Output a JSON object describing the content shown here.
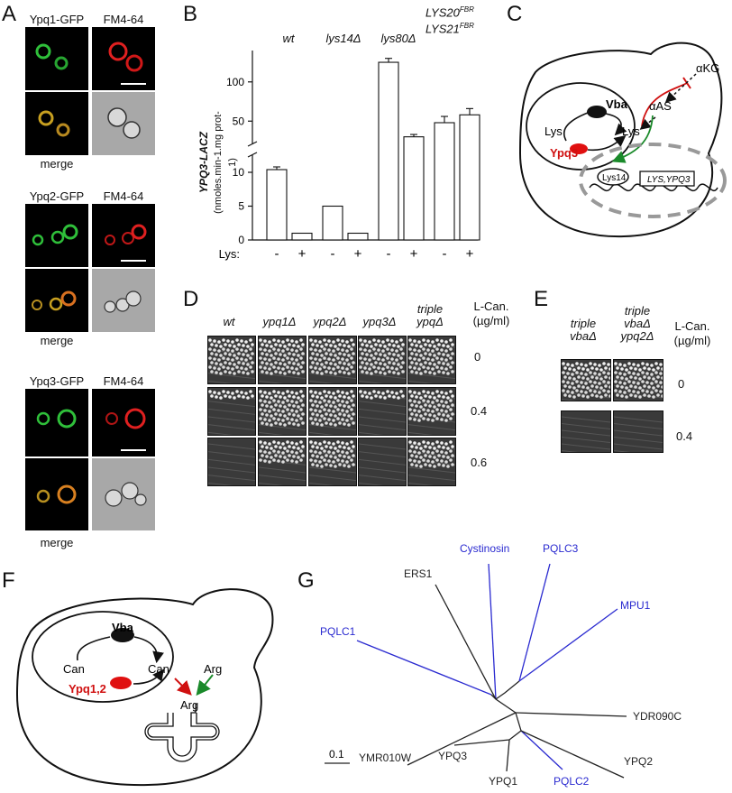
{
  "panel_letters": {
    "a": "A",
    "b": "B",
    "c": "C",
    "d": "D",
    "e": "E",
    "f": "F",
    "g": "G"
  },
  "panel_a": {
    "groups": [
      {
        "gfp_label": "Ypq1-GFP",
        "fm_label": "FM4-64",
        "merge_label": "merge"
      },
      {
        "gfp_label": "Ypq2-GFP",
        "fm_label": "FM4-64",
        "merge_label": "merge"
      },
      {
        "gfp_label": "Ypq3-GFP",
        "fm_label": "FM4-64",
        "merge_label": "merge"
      }
    ],
    "colors": {
      "green": "#2fbf3a",
      "red": "#e02020",
      "merge": "#c8a020"
    }
  },
  "panel_b": {
    "strains": [
      "wt",
      "lys14Δ",
      "lys80Δ",
      "LYS20FBR LYS21FBR"
    ],
    "strain_parts": [
      [
        "wt",
        ""
      ],
      [
        "lys14Δ",
        ""
      ],
      [
        "lys80Δ",
        ""
      ],
      [
        "LYS20",
        "FBR"
      ],
      [
        "LYS21",
        "FBR"
      ]
    ],
    "ylabel_main": "YPQ3-LACZ",
    "ylabel_unit": "(nmoles.min-1.mg prot-1)",
    "lys_label": "Lys:",
    "minus": "-",
    "plus": "+",
    "upper_ticks": [
      "100",
      "50"
    ],
    "lower_ticks": [
      "10",
      "5",
      "0"
    ]
  },
  "chart_data": {
    "type": "bar",
    "categories": [
      "wt -",
      "wt +",
      "lys14Δ -",
      "lys14Δ +",
      "lys80Δ -",
      "lys80Δ +",
      "LYS20FBR LYS21FBR -",
      "LYS20FBR LYS21FBR +"
    ],
    "values": [
      10.4,
      1.0,
      5.0,
      1.0,
      125,
      30,
      48,
      58
    ],
    "errors": [
      0.4,
      0.1,
      0.1,
      0.1,
      5,
      3,
      8,
      8
    ],
    "ylabel": "YPQ3-LACZ (nmoles.min-1.mg prot-1)",
    "xlabel": "Lys:",
    "axis_break": true,
    "lower_ylim": [
      0,
      12
    ],
    "upper_ylim": [
      25,
      140
    ],
    "grid": false
  },
  "panel_c": {
    "vba": "Vba",
    "lys_left": "Lys",
    "lys_right": "Lys",
    "ypq3": "Ypq3",
    "akg": "αKG",
    "aas": "αAS",
    "lys14": "Lys14",
    "gene": "LYS,YPQ3"
  },
  "panel_d": {
    "headers": [
      "wt",
      "ypq1Δ",
      "ypq2Δ",
      "ypq3Δ",
      "triple ypqΔ"
    ],
    "conc_label": "L-Can. (µg/ml)",
    "concs": [
      "0",
      "0.4",
      "0.6"
    ]
  },
  "panel_e": {
    "headers": [
      "triple vbaΔ",
      "triple vbaΔ ypq2Δ"
    ],
    "conc_label": "L-Can. (µg/ml)",
    "concs": [
      "0",
      "0.4"
    ]
  },
  "panel_f": {
    "vba": "Vba",
    "can_left": "Can",
    "can_right": "Can",
    "arg_top": "Arg",
    "arg_bottom": "Arg",
    "ypq12": "Ypq1,2"
  },
  "panel_g": {
    "leaves": [
      "Cystinosin",
      "PQLC3",
      "MPU1",
      "ERS1",
      "PQLC1",
      "YDR090C",
      "YMR010W",
      "YPQ2",
      "YPQ3",
      "YPQ1",
      "PQLC2"
    ],
    "scale": "0.1",
    "colors": {
      "human": "#2a2ad0",
      "yeast": "#222222"
    }
  }
}
